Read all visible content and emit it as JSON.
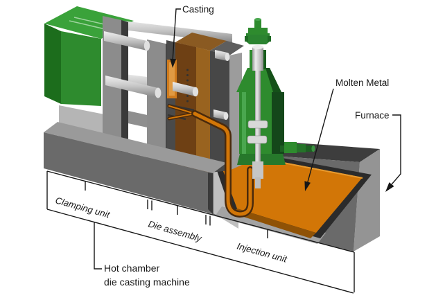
{
  "callouts": {
    "casting": "Casting",
    "molten_metal": "Molten Metal",
    "furnace": "Furnace"
  },
  "section_labels": {
    "clamping_unit": "Clamping unit",
    "die_assembly": "Die assembly",
    "injection_unit": "Injection unit"
  },
  "caption": {
    "line1": "Hot chamber",
    "line2": "die casting machine"
  },
  "colors": {
    "machine_green": "#2e8b2e",
    "machine_green_dark": "#1c6d1c",
    "machine_green_top": "#3aa23a",
    "molten_metal_orange": "#d27607",
    "molten_metal_shadow": "#8f5206",
    "gooseneck_brown": "#4a2a0c",
    "die_brown_dark": "#6e4014",
    "die_brown_light": "#99631f",
    "casting_orange": "#d07b1d",
    "body_gray": "#6a6a6a",
    "base_top_gray": "#9a9a9a",
    "furnace_top_gray": "#3d3d3d",
    "furnace_side_gray": "#949494",
    "steel_silver": "#cfcfcf",
    "annotation_black": "#161616",
    "background": "#ffffff"
  }
}
